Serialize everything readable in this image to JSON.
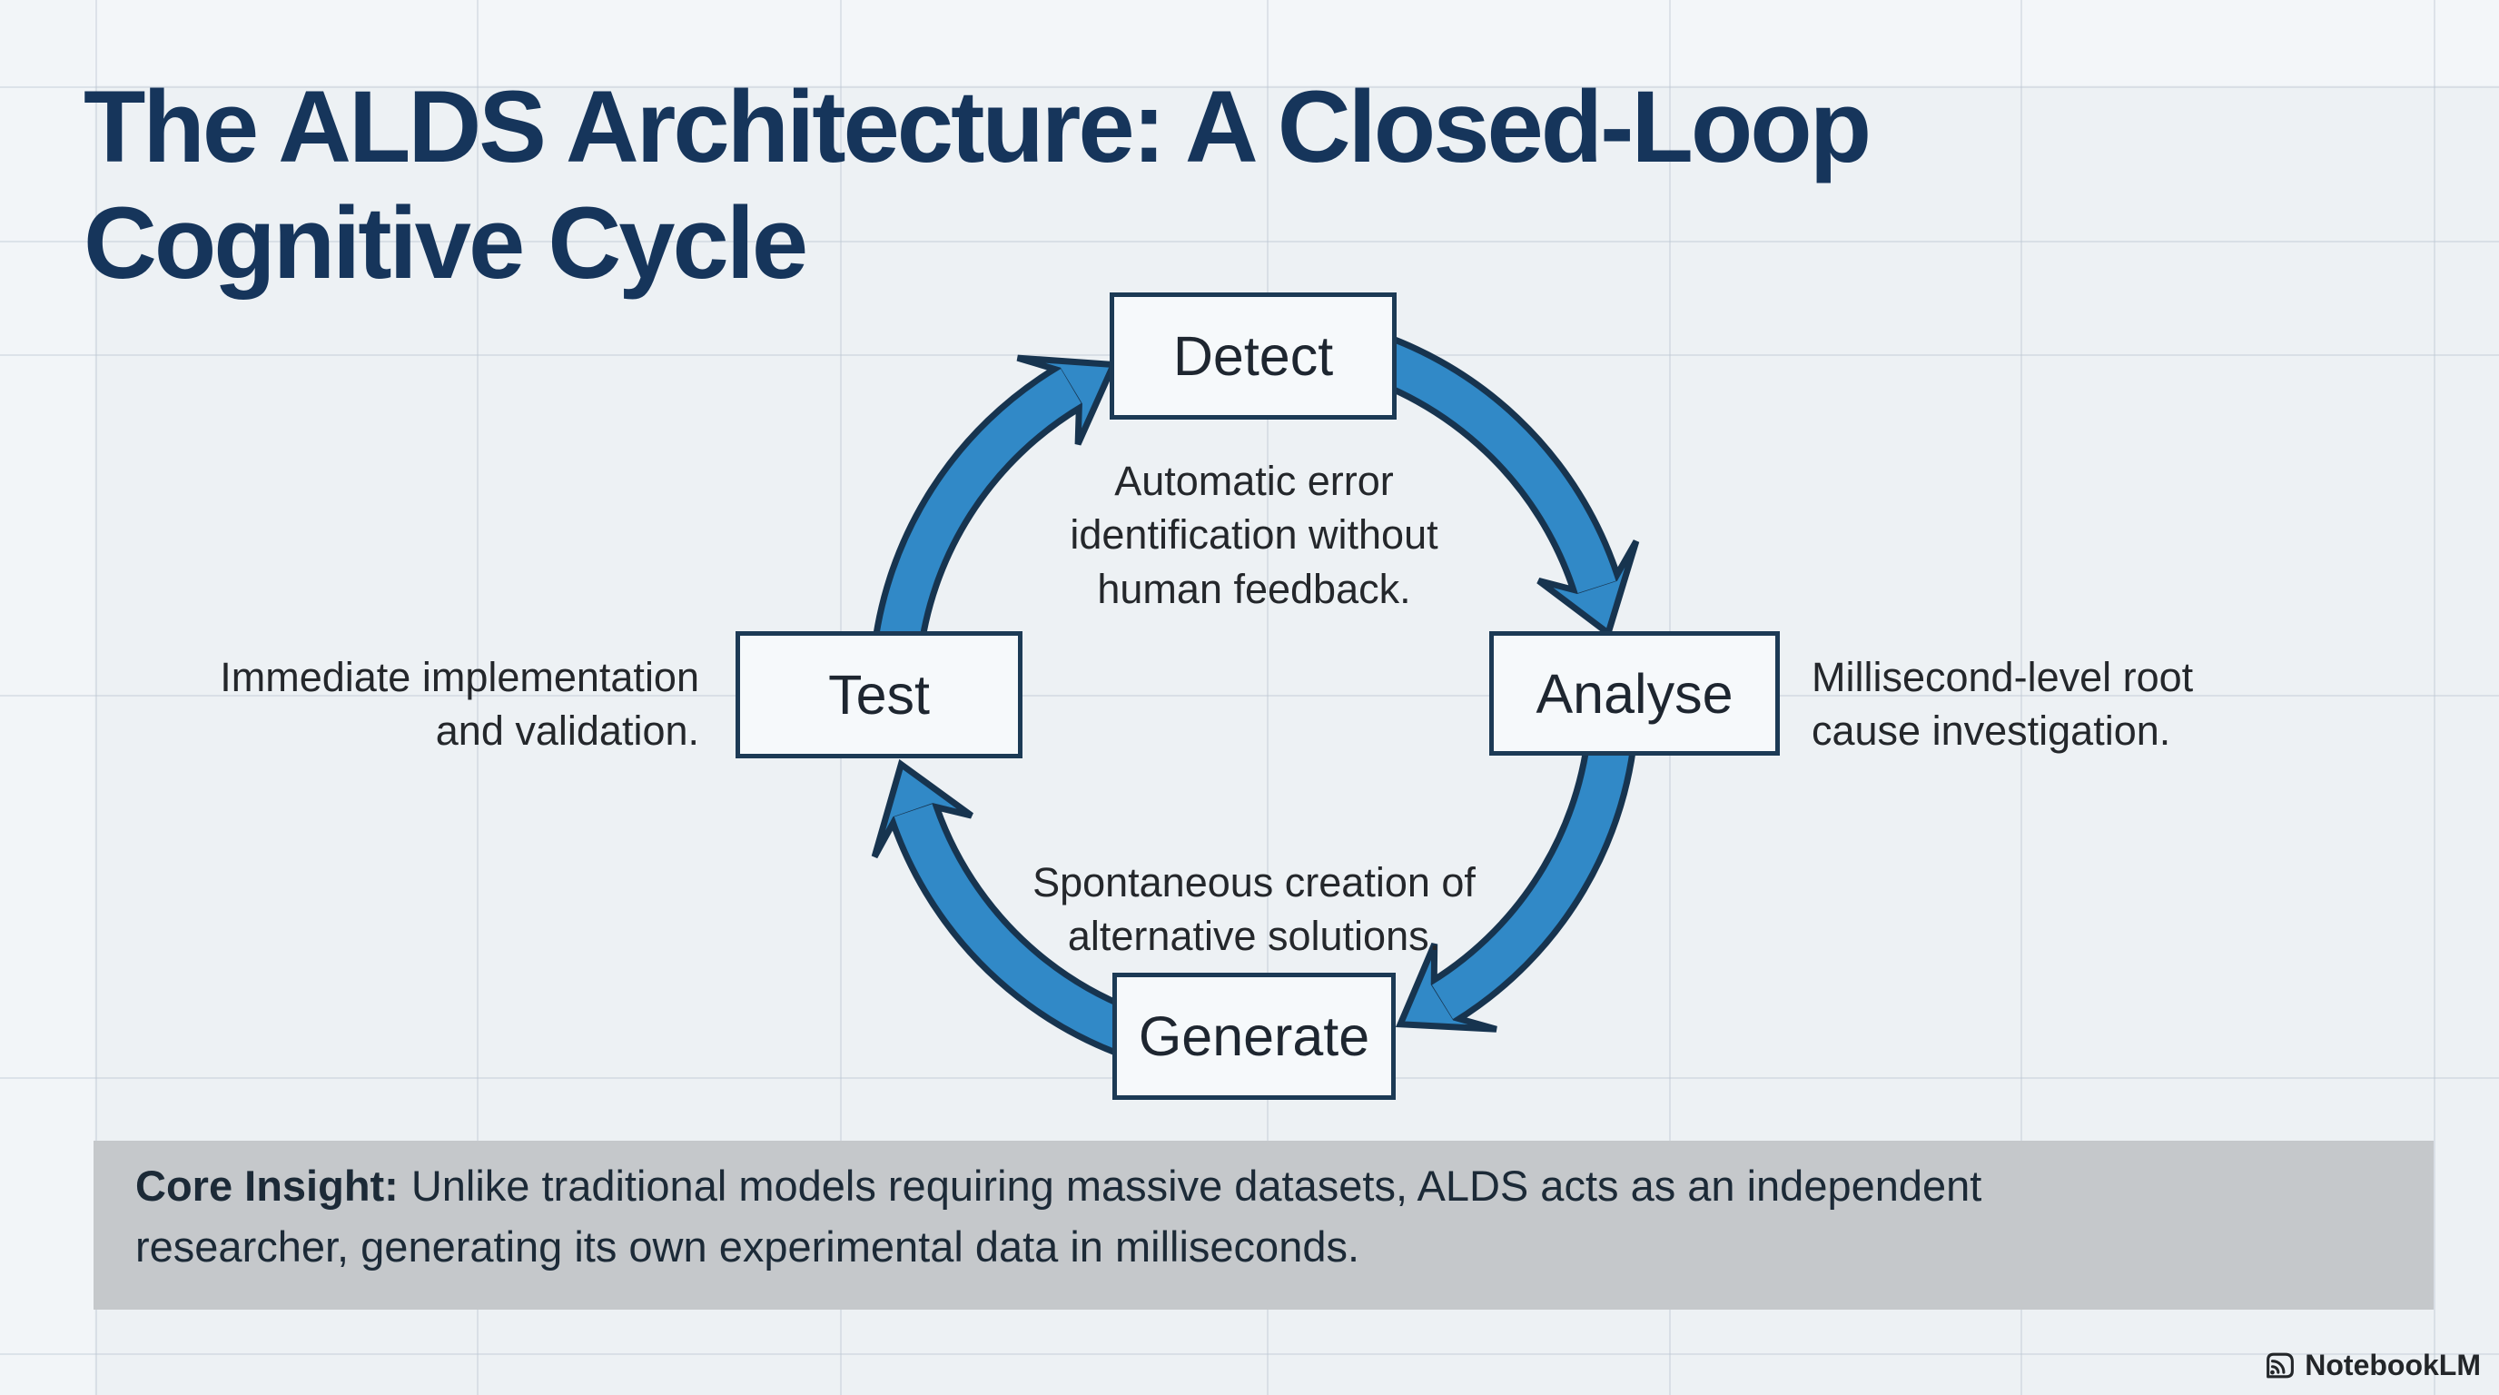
{
  "title": "The ALDS Architecture: A Closed-Loop\nCognitive Cycle",
  "cycle": {
    "nodes": [
      {
        "id": "detect",
        "label": "Detect",
        "desc": "Automatic error\nidentification without\nhuman feedback."
      },
      {
        "id": "analyse",
        "label": "Analyse",
        "desc": "Millisecond-level root\ncause investigation."
      },
      {
        "id": "generate",
        "label": "Generate",
        "desc": "Spontaneous creation of\nalternative solutions."
      },
      {
        "id": "test",
        "label": "Test",
        "desc": "Immediate implementation\nand validation."
      }
    ]
  },
  "insight": {
    "label": "Core Insight:",
    "text": "Unlike traditional models requiring massive datasets, ALDS acts as an independent\nresearcher, generating its own experimental data in milliseconds."
  },
  "watermark": {
    "brand": "NotebookLM"
  },
  "colors": {
    "background": "#edf1f4",
    "title": "#16355b",
    "arrow_fill": "#3189c7",
    "arrow_outline": "#17344f",
    "box_bg": "#f6f9fb",
    "box_border": "#1c3a55",
    "body_text": "#24272b",
    "insight_bg": "#c5c8cb",
    "insight_text": "#1c2a37",
    "watermark_text": "#232629"
  }
}
